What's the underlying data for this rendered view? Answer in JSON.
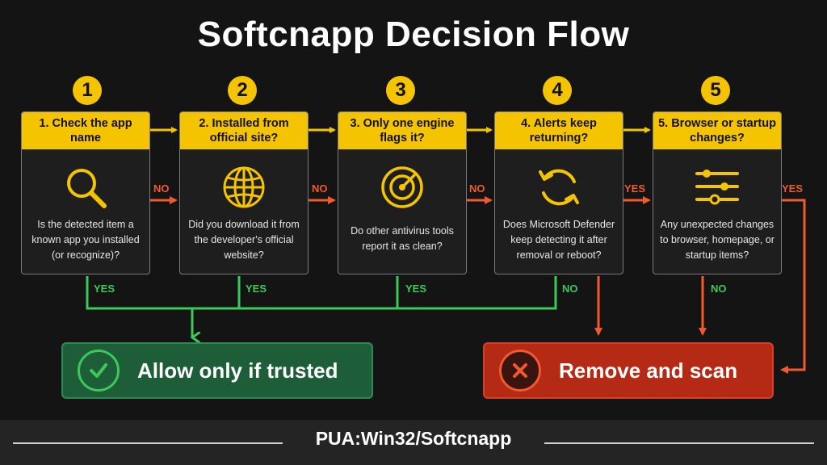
{
  "title": "Softcnapp Decision Flow",
  "colors": {
    "background": "#141414",
    "accent_yellow": "#f5c400",
    "no_red": "#ef5a2e",
    "yes_green": "#3cc95a",
    "allow_green": "#1d5e39",
    "remove_red": "#b52a14"
  },
  "steps": [
    {
      "number": "1",
      "heading": "1. Check the app name",
      "icon": "magnifier-icon",
      "description": "Is the detected item a known app you installed (or recognize)?"
    },
    {
      "number": "2",
      "heading": "2. Installed from official site?",
      "icon": "globe-icon",
      "description": "Did you download it from the developer's official website?"
    },
    {
      "number": "3",
      "heading": "3. Only one engine flags it?",
      "icon": "radar-icon",
      "description": "Do other antivirus tools report it as clean?"
    },
    {
      "number": "4",
      "heading": "4. Alerts keep returning?",
      "icon": "refresh-icon",
      "description": "Does Microsoft Defender keep detecting it after removal or reboot?"
    },
    {
      "number": "5",
      "heading": "5. Browser or startup changes?",
      "icon": "sliders-icon",
      "description": "Any unexpected changes to browser, homepage, or startup items?"
    }
  ],
  "branch_labels": {
    "step1_side": "NO",
    "step2_side": "NO",
    "step3_side": "NO",
    "step4_side": "YES",
    "step5_side": "YES",
    "step1_down": "YES",
    "step2_down": "YES",
    "step3_down": "YES",
    "step4_down": "NO",
    "step5_down": "NO"
  },
  "outcomes": {
    "allow": {
      "label": "Allow only if trusted",
      "icon": "checkmark-icon"
    },
    "remove": {
      "label": "Remove and scan",
      "icon": "x-mark-icon"
    }
  },
  "footer": "PUA:Win32/Softcnapp"
}
